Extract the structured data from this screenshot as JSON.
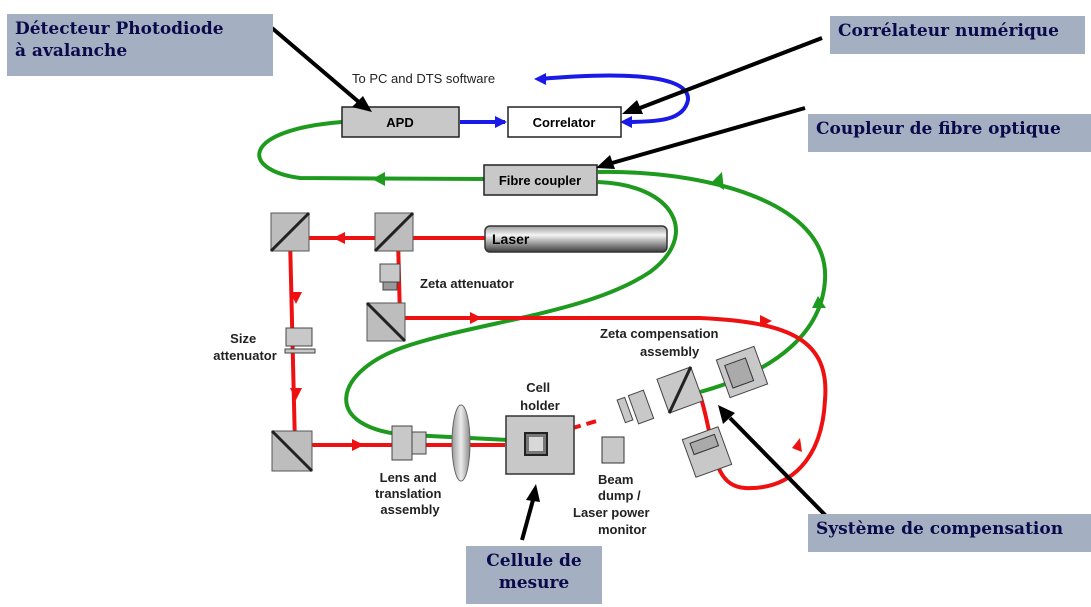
{
  "callouts": {
    "apd_detector": [
      "Détecteur Photodiode",
      "à avalanche"
    ],
    "digital_correlator": "Corrélateur numérique",
    "fiber_coupler": "Coupleur de fibre optique",
    "compensation_system": "Système de compensation",
    "measuring_cell": [
      "Cellule de",
      "mesure"
    ]
  },
  "diagram": {
    "to_pc_label": "To PC and DTS software",
    "apd_box": "APD",
    "correlator_box": "Correlator",
    "fibre_coupler_box": "Fibre coupler",
    "laser_label": "Laser",
    "zeta_attenuator": "Zeta attenuator",
    "size_attenuator": [
      "Size",
      "attenuator"
    ],
    "zeta_compensation": [
      "Zeta compensation",
      "assembly"
    ],
    "cell_holder": [
      "Cell",
      "holder"
    ],
    "lens_assembly": [
      "Lens and",
      "translation",
      "assembly"
    ],
    "beam_dump": [
      "Beam",
      "dump /",
      "Laser power",
      "monitor"
    ]
  },
  "colors": {
    "laser_beam": "#ee1111",
    "fiber": "#1e9a1e",
    "signal": "#1a1ae6",
    "callout_bg": "#a4b0c2",
    "callout_text": "#0a0a4a",
    "component_fill": "#c8c8c8"
  }
}
